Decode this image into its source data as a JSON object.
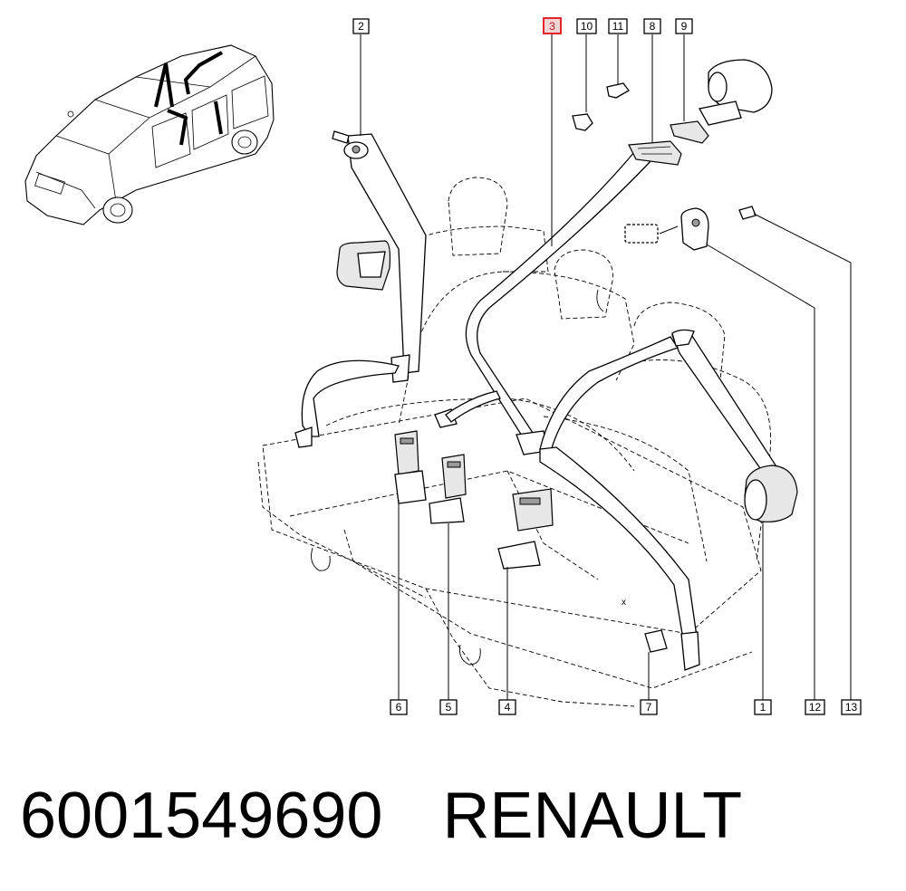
{
  "diagram": {
    "callouts": [
      {
        "label": "2",
        "highlight": false
      },
      {
        "label": "3",
        "highlight": true
      },
      {
        "label": "10",
        "highlight": false
      },
      {
        "label": "11",
        "highlight": false
      },
      {
        "label": "8",
        "highlight": false
      },
      {
        "label": "9",
        "highlight": false
      },
      {
        "label": "6",
        "highlight": false
      },
      {
        "label": "5",
        "highlight": false
      },
      {
        "label": "4",
        "highlight": false
      },
      {
        "label": "7",
        "highlight": false
      },
      {
        "label": "1",
        "highlight": false
      },
      {
        "label": "12",
        "highlight": false
      },
      {
        "label": "13",
        "highlight": false
      }
    ],
    "highlight_color": "#e0252b"
  },
  "caption": {
    "part_number": "6001549690",
    "brand": "RENAULT"
  }
}
